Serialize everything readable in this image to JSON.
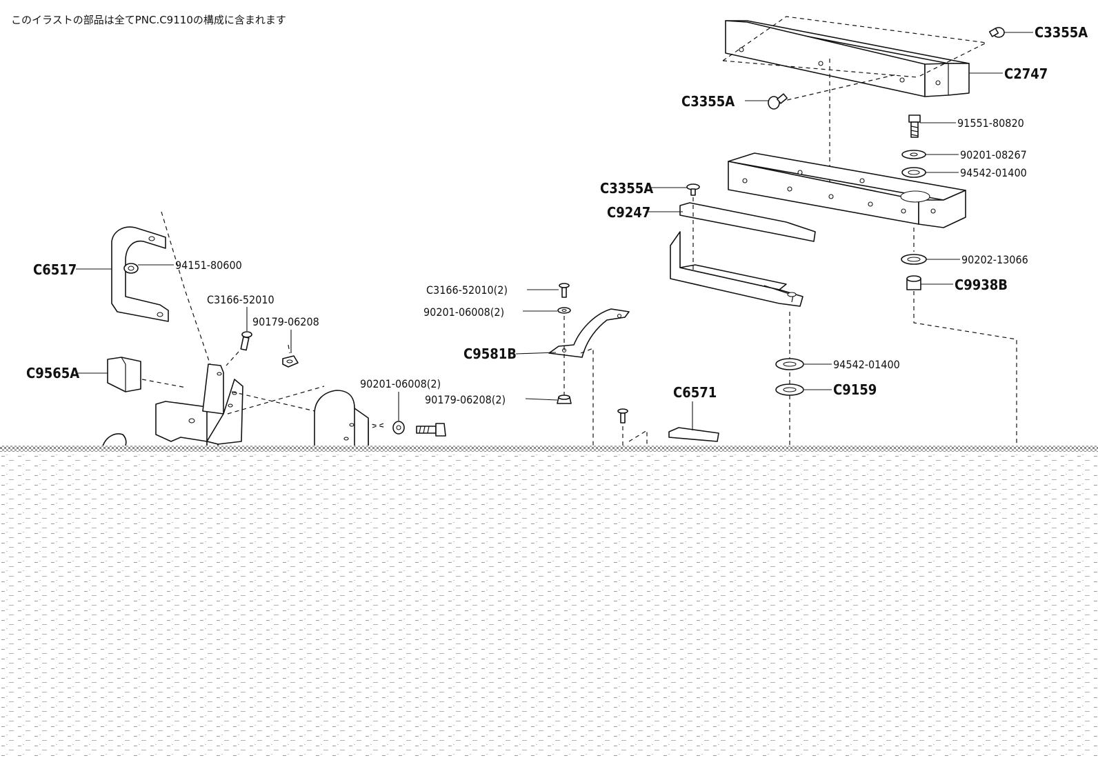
{
  "note": "このイラストの部品は全てPNC.C9110の構成に含まれます",
  "labels": {
    "c3355a_top": "C3355A",
    "c2747": "C2747",
    "c3355a_mid": "C3355A",
    "p91551": "91551-80820",
    "p90201_08267": "90201-08267",
    "p94542_a": "94542-01400",
    "c3355a_low": "C3355A",
    "c9247": "C9247",
    "p90202": "90202-13066",
    "c9938b": "C9938B",
    "c6517": "C6517",
    "p94151": "94151-80600",
    "c3166_a": "C3166-52010",
    "p90179_a": "90179-06208",
    "c3166_b": "C3166-52010(2)",
    "p90201_b": "90201-06008(2)",
    "c9581b": "C9581B",
    "p94542_b": "94542-01400",
    "c9565a": "C9565A",
    "p90201_c": "90201-06008(2)",
    "c9159": "C9159",
    "p90179_b": "90179-06208(2)",
    "c6571": "C6571"
  }
}
